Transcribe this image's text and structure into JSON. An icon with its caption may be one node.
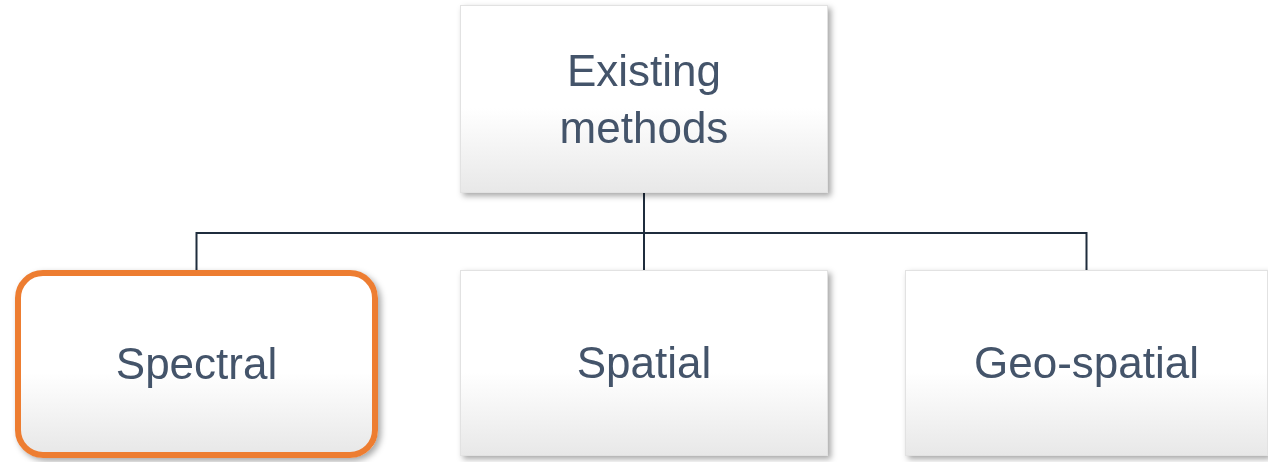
{
  "diagram": {
    "nodes": [
      {
        "text": [
          "Existing methods"
        ]
      },
      {
        "text": [
          "Spectral"
        ]
      },
      {
        "text": [
          "Spatial"
        ]
      },
      {
        "text": [
          "Geo-spatial"
        ]
      }
    ],
    "edges": [
      {
        "from": 0,
        "to": 1,
        "arrow": "none"
      },
      {
        "from": 0,
        "to": 2,
        "arrow": "none"
      },
      {
        "from": 0,
        "to": 3,
        "arrow": "none"
      }
    ]
  }
}
